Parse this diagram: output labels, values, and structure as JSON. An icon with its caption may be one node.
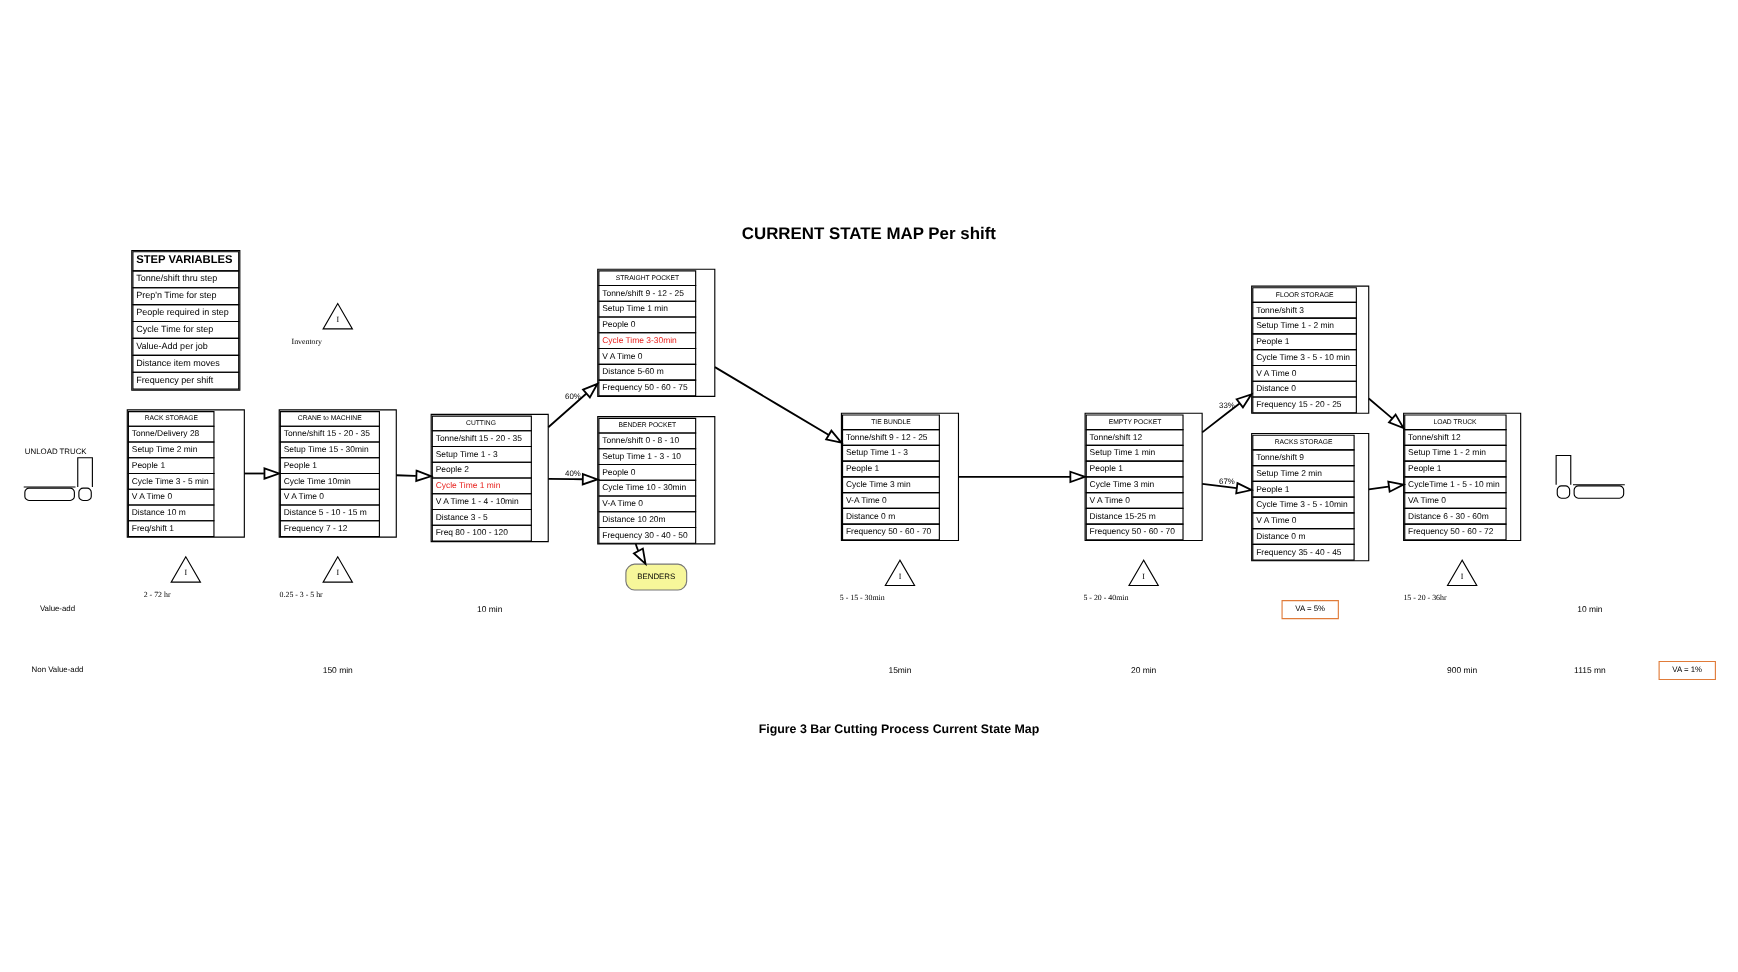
{
  "diagram": {
    "title": "CURRENT STATE MAP Per shift",
    "caption": "Figure 3 Bar Cutting Process Current State Map",
    "nodes": [
      {
        "text": [
          "STEP VARIABLES",
          "Tonne/shift thru step",
          "Prep'n Time for step",
          "People required in step",
          "Cycle Time for step",
          "Value-Add per job",
          "Distance item moves",
          "Frequency per shift"
        ]
      },
      {
        "text": [
          "I"
        ],
        "beside": [
          "Inventory"
        ]
      },
      {
        "text": [
          "UNLOAD TRUCK"
        ]
      },
      {
        "text": [
          "RACK STORAGE",
          "Tonne/Delivery 28",
          "Setup Time 2 min",
          "People 1",
          "Cycle Time 3 - 5 min",
          "V A Time 0",
          "Distance 10 m",
          "Freq/shift 1"
        ]
      },
      {
        "text": [
          "CRANE to MACHINE",
          "Tonne/shift 15 - 20 - 35",
          "Setup Time 15 - 30min",
          "People 1",
          "Cycle Time 10min",
          "V A Time 0",
          "Distance 5 - 10 - 15 m",
          "Frequency 7 - 12"
        ]
      },
      {
        "text": [
          "CUTTING",
          "Tonne/shift 15 - 20 - 35",
          "Setup Time 1 - 3",
          "People 2",
          "Cycle Time 1 min",
          "V A Time 1 - 4 - 10min",
          "Distance 3 - 5",
          "Freq 80 - 100 - 120"
        ]
      },
      {
        "text": [
          "STRAIGHT POCKET",
          "Tonne/shift 9 - 12 - 25",
          "Setup Time 1 min",
          "People 0",
          "Cycle Time 3-30min",
          "V A Time 0",
          "Distance 5-60 m",
          "Frequency 50 - 60 - 75"
        ]
      },
      {
        "text": [
          "BENDER POCKET",
          "Tonne/shift 0 - 8 - 10",
          "Setup Time 1 - 3 - 10",
          "People 0",
          "Cycle Time 10 - 30min",
          "V-A Time 0",
          "Distance 10 20m",
          "Frequency 30 - 40 - 50"
        ]
      },
      {
        "text": [
          "TIE BUNDLE",
          "Tonne/shift 9 - 12 - 25",
          "Setup Time 1 - 3",
          "People 1",
          "Cycle Time 3 min",
          "V-A Time 0",
          "Distance 0 m",
          "Frequency 50 - 60 - 70"
        ]
      },
      {
        "text": [
          "EMPTY POCKET",
          "Tonne/shift 12",
          "Setup Time 1 min",
          "People 1",
          "Cycle Time 3 min",
          "V A Time 0",
          "Distance 15-25 m",
          "Frequency 50 - 60 - 70"
        ]
      },
      {
        "text": [
          "FLOOR STORAGE",
          "Tonne/shift 3",
          "Setup Time 1 - 2 min",
          "People 1",
          "Cycle Time 3 - 5 - 10 min",
          "V A Time 0",
          "Distance 0",
          "Frequency 15 - 20 - 25"
        ]
      },
      {
        "text": [
          "RACKS STORAGE",
          "Tonne/shift 9",
          "Setup Time 2 min",
          "People 1",
          "Cycle Time 3 - 5 - 10min",
          "V A Time 0",
          "Distance 0 m",
          "Frequency 35 - 40 - 45"
        ]
      },
      {
        "text": [
          "LOAD TRUCK",
          "Tonne/shift 12",
          "Setup Time 1 - 2 min",
          "People 1",
          "CycleTime 1 - 5 - 10 min",
          "VA Time 0",
          "Distance 6 - 30 - 60m",
          "Frequency 50 - 60 - 72"
        ]
      },
      {
        "text": [],
        "shape": "picture"
      },
      {
        "text": [
          "I"
        ],
        "beside": [
          "2 - 72 hr"
        ]
      },
      {
        "text": [
          "I"
        ],
        "beside": [
          "0.25 - 3 - 5 hr"
        ]
      },
      {
        "text": [
          "BENDERS"
        ]
      },
      {
        "text": [
          "I"
        ],
        "beside": [
          "5 - 15 - 30min"
        ]
      },
      {
        "text": [
          "I"
        ],
        "beside": [
          "5 - 20 - 40min"
        ]
      },
      {
        "text": [
          "I"
        ],
        "beside": [
          "15 - 20 - 36hr"
        ]
      },
      {
        "text": [
          "VA = 5%"
        ]
      },
      {
        "text": [
          "VA = 1%"
        ]
      }
    ],
    "edges": [
      {
        "from": 3,
        "to": 4,
        "arrow": "to"
      },
      {
        "from": 4,
        "to": 5,
        "arrow": "to"
      },
      {
        "from": 5,
        "to": 6,
        "arrow": "to",
        "label": "60%"
      },
      {
        "from": 5,
        "to": 7,
        "arrow": "to",
        "label": "40%"
      },
      {
        "from": 6,
        "to": 8,
        "arrow": "to"
      },
      {
        "from": 8,
        "to": 9,
        "arrow": "to"
      },
      {
        "from": 9,
        "to": 10,
        "arrow": "to",
        "label": "33%"
      },
      {
        "from": 9,
        "to": 11,
        "arrow": "to",
        "label": "67%"
      },
      {
        "from": 10,
        "to": 12,
        "arrow": "to"
      },
      {
        "from": 11,
        "to": 12,
        "arrow": "to"
      },
      {
        "from": 7,
        "to": 16,
        "arrow": "to"
      }
    ],
    "labels": [
      "Value-add",
      "10 min",
      "10 min",
      "Non Value-add",
      "150 min",
      "15min",
      "20 min",
      "900 min",
      "1115 mn"
    ]
  }
}
